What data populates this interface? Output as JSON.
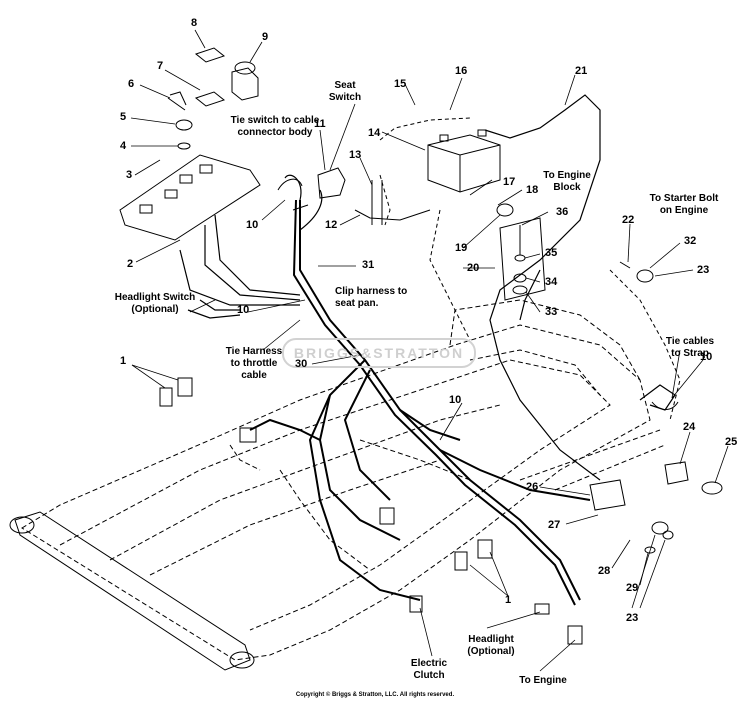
{
  "callouts": {
    "n1a": "1",
    "n1b": "1",
    "n2": "2",
    "n3": "3",
    "n4": "4",
    "n5": "5",
    "n6": "6",
    "n7": "7",
    "n8": "8",
    "n9": "9",
    "n10a": "10",
    "n10b": "10",
    "n10c": "10",
    "n10d": "10",
    "n11": "11",
    "n12": "12",
    "n13": "13",
    "n14": "14",
    "n15": "15",
    "n16": "16",
    "n17": "17",
    "n18": "18",
    "n19": "19",
    "n20": "20",
    "n21": "21",
    "n22": "22",
    "n23a": "23",
    "n23b": "23",
    "n24": "24",
    "n25": "25",
    "n26": "26",
    "n27": "27",
    "n28": "28",
    "n29": "29",
    "n30": "30",
    "n31": "31",
    "n32": "32",
    "n33": "33",
    "n34": "34",
    "n35": "35",
    "n36": "36"
  },
  "labels": {
    "seat_switch": "Seat\nSwitch",
    "tie_switch": "Tie switch to cable\nconnector body",
    "to_engine_block": "To Engine\nBlock",
    "to_starter_bolt": "To Starter Bolt\non Engine",
    "headlight_switch": "Headlight Switch\n(Optional)",
    "clip_harness": "Clip harness to\nseat pan.",
    "tie_harness": "Tie Harness\nto throttle\ncable",
    "tie_cables": "Tie cables\nto Strap",
    "headlight": "Headlight\n(Optional)",
    "electric_clutch": "Electric\nClutch",
    "to_engine": "To Engine"
  },
  "watermark": "BRIGGS&STRATTON",
  "copyright": "Copyright © Briggs & Stratton, LLC. All rights reserved."
}
